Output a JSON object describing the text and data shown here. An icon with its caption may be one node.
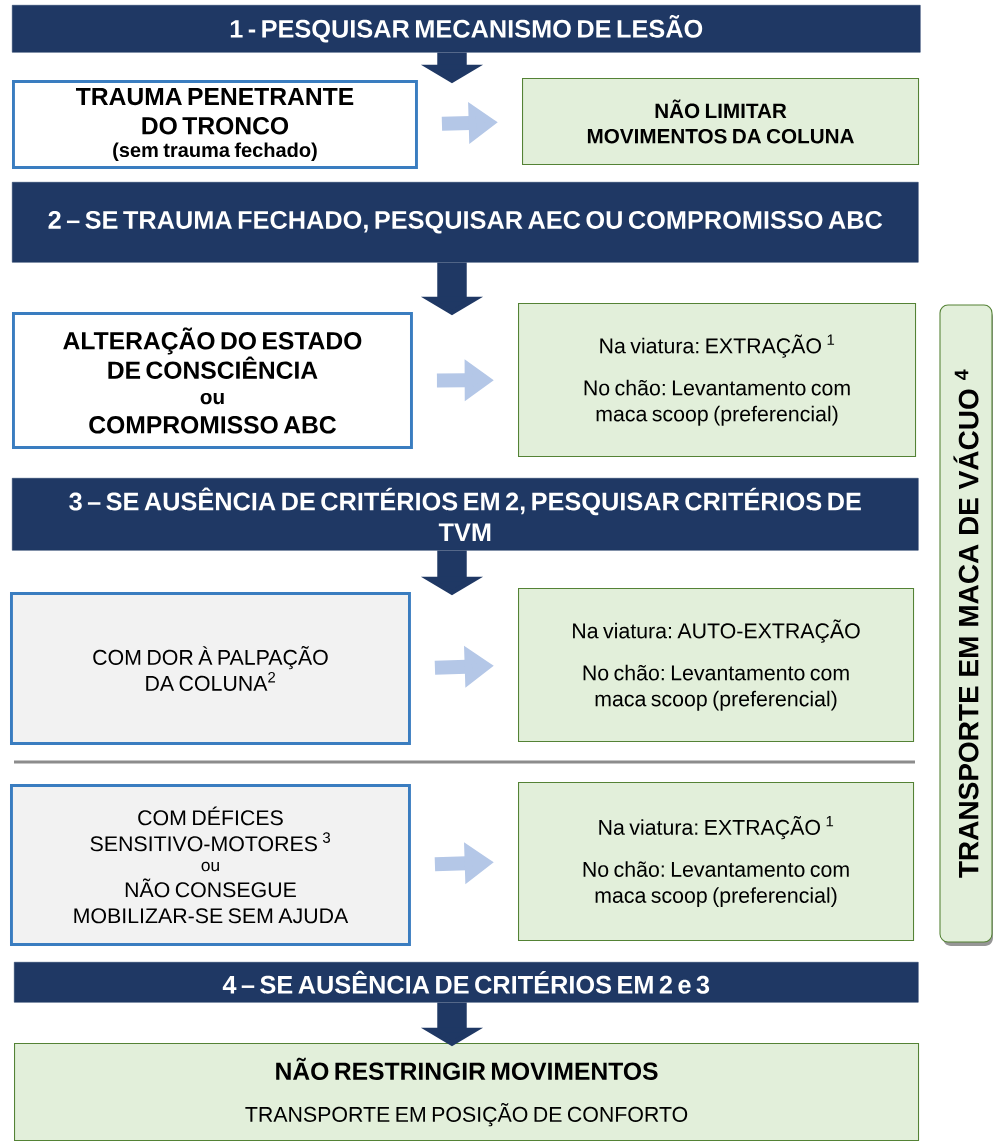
{
  "diagram": {
    "nodes": [
      {
        "text": [
          "1 - PESQUISAR MECANISMO DE LESÃO"
        ]
      },
      {
        "text": [
          "TRAUMA PENETRANTE DO TRONCO",
          "(sem trauma fechado)"
        ]
      },
      {
        "text": [
          "NÃO LIMITAR MOVIMENTOS DA COLUNA"
        ]
      },
      {
        "text": [
          "2 – SE TRAUMA FECHADO, PESQUISAR AEC OU COMPROMISSO ABC"
        ]
      },
      {
        "text": [
          "ALTERAÇÃO DO ESTADO DE CONSCIÊNCIA",
          "ou",
          "COMPROMISSO ABC"
        ]
      },
      {
        "text": [
          "Na viatura: EXTRAÇÃO $^{1}$",
          "No chão: Levantamento com maca scoop (preferencial)"
        ]
      },
      {
        "text": [
          "3 – SE AUSÊNCIA DE CRITÉRIOS EM 2, PESQUISAR CRITÉRIOS DE TVM"
        ]
      },
      {
        "text": [
          "COM DOR À PALPAÇÃO DA COLUNA$^{2}$"
        ]
      },
      {
        "text": [
          "Na viatura: AUTO-EXTRAÇÃO",
          "No chão: Levantamento com maca scoop (preferencial)"
        ]
      },
      {
        "text": [
          "COM DÉFICES SENSITIVO-MOTORES $^{3}$",
          "ou",
          "NÃO CONSEGUE MOBILIZAR-SE SEM AJUDA"
        ]
      },
      {
        "text": [
          "Na viatura: EXTRAÇÃO $^{1}$",
          "No chão: Levantamento com maca scoop (preferencial)"
        ]
      },
      {
        "text": [
          "4 – SE AUSÊNCIA DE CRITÉRIOS EM 2 e 3"
        ]
      },
      {
        "text": [
          "NÃO RESTRINGIR MOVIMENTOS",
          "TRANSPORTE EM POSIÇÃO DE CONFORTO"
        ]
      },
      {
        "text": [
          "TRANSPORTE EM MACA DE VÁCUO $^{4}$"
        ]
      }
    ],
    "edges": [
      {
        "from": 0,
        "to": 1,
        "arrow": "to",
        "style": "thick",
        "color": "#1f3864"
      },
      {
        "from": 1,
        "to": 2,
        "arrow": "to",
        "color": "#b4c7e7"
      },
      {
        "from": 3,
        "to": 4,
        "arrow": "to",
        "style": "thick",
        "color": "#1f3864"
      },
      {
        "from": 4,
        "to": 5,
        "arrow": "to",
        "color": "#b4c7e7"
      },
      {
        "from": 6,
        "to": 7,
        "arrow": "to",
        "style": "thick",
        "color": "#1f3864"
      },
      {
        "from": 7,
        "to": 8,
        "arrow": "to",
        "color": "#b4c7e7"
      },
      {
        "from": 9,
        "to": 10,
        "arrow": "to",
        "color": "#b4c7e7"
      },
      {
        "from": 11,
        "to": 12,
        "arrow": "to",
        "style": "thick",
        "color": "#1f3864"
      }
    ]
  }
}
